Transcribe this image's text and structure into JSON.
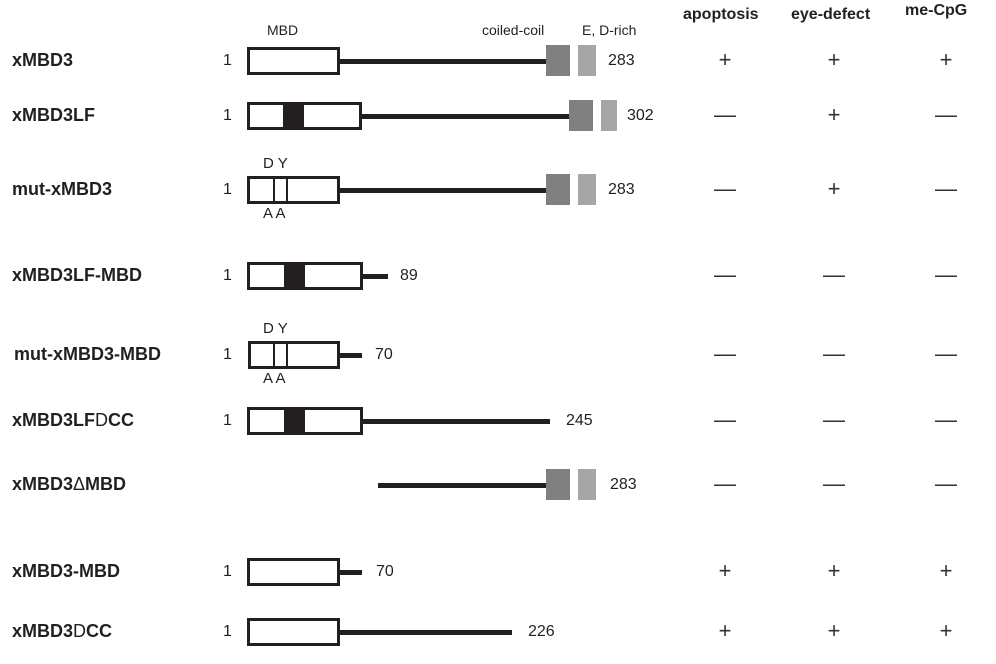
{
  "headers": {
    "apoptosis": "apoptosis",
    "eye_defect": "eye-defect",
    "me_cpg": "me-CpG"
  },
  "domain_labels": {
    "mbd": "MBD",
    "coiled_coil": "coiled-coil",
    "ed_rich": "E, D-rich"
  },
  "mutation_labels": {
    "top": "D Y",
    "bottom": "A A"
  },
  "start_label": "1",
  "constructs": [
    {
      "name": [
        "xMBD3"
      ],
      "start": "1",
      "end": "283",
      "apoptosis": "+",
      "eye_defect": "+",
      "me_cpg": "+"
    },
    {
      "name": [
        "xMBD3LF"
      ],
      "start": "1",
      "end": "302",
      "apoptosis": "—",
      "eye_defect": "+",
      "me_cpg": "—"
    },
    {
      "name": [
        "mut-xMBD3"
      ],
      "start": "1",
      "end": "283",
      "apoptosis": "—",
      "eye_defect": "+",
      "me_cpg": "—"
    },
    {
      "name": [
        "xMBD3LF-MBD"
      ],
      "start": "1",
      "end": "89",
      "apoptosis": "—",
      "eye_defect": "—",
      "me_cpg": "—"
    },
    {
      "name": [
        "mut-xMBD3-MBD"
      ],
      "start": "1",
      "end": "70",
      "apoptosis": "—",
      "eye_defect": "—",
      "me_cpg": "—"
    },
    {
      "name": [
        "xMBD3LF",
        "D",
        "CC"
      ],
      "start": "1",
      "end": "245",
      "apoptosis": "—",
      "eye_defect": "—",
      "me_cpg": "—"
    },
    {
      "name": [
        "xMBD3",
        "Δ",
        "MBD"
      ],
      "start": "",
      "end": "283",
      "apoptosis": "—",
      "eye_defect": "—",
      "me_cpg": "—"
    },
    {
      "name": [
        "xMBD3-MBD"
      ],
      "start": "1",
      "end": "70",
      "apoptosis": "+",
      "eye_defect": "+",
      "me_cpg": "+"
    },
    {
      "name": [
        "xMBD3",
        "D",
        "CC"
      ],
      "start": "1",
      "end": "226",
      "apoptosis": "+",
      "eye_defect": "+",
      "me_cpg": "+"
    }
  ]
}
